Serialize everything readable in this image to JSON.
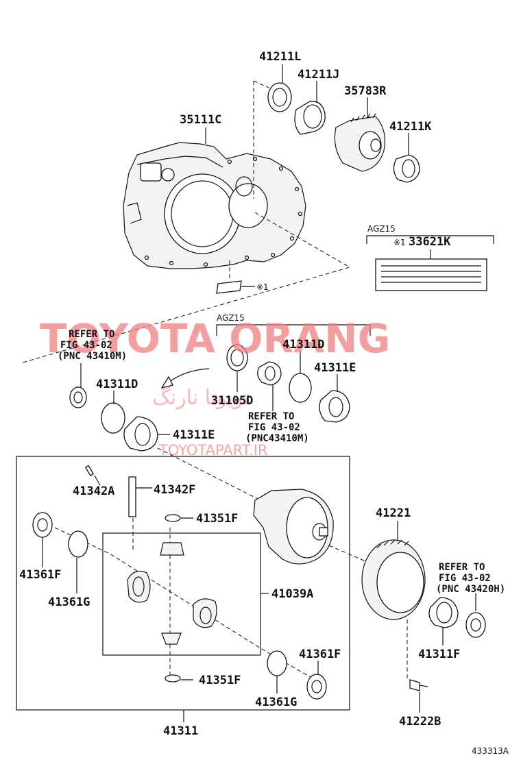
{
  "diagram": {
    "figure_code": "433313A",
    "watermark": {
      "main": "TOYOTA ORANG",
      "site": "TOYOTAPART.IR",
      "persian": "تویوتا نارنگ"
    },
    "notes": {
      "agz15_top": "AGZ15",
      "agz15_mid": "AGZ15",
      "ref_mark_1": "※1",
      "ref_mark_label": "※1"
    },
    "labels": {
      "p41211L": "41211L",
      "p41211J": "41211J",
      "p35783R": "35783R",
      "p41211K": "41211K",
      "p35111C": "35111C",
      "p33621K": "33621K",
      "p41311D_a": "41311D",
      "p41311D_b": "41311D",
      "p41311E_a": "41311E",
      "p41311E_b": "41311E",
      "p31105D": "31105D",
      "p41342A": "41342A",
      "p41342F": "41342F",
      "p41351F_a": "41351F",
      "p41351F_b": "41351F",
      "p41361F_a": "41361F",
      "p41361F_b": "41361F",
      "p41361G_a": "41361G",
      "p41361G_b": "41361G",
      "p41039A": "41039A",
      "p41221": "41221",
      "p41311F": "41311F",
      "p41222B": "41222B",
      "p41311": "41311"
    },
    "refs": {
      "left": {
        "l1": "REFER TO",
        "l2": "FIG 43-02",
        "l3": "(PNC 43410M)"
      },
      "middle": {
        "l1": "REFER TO",
        "l2": "FIG 43-02",
        "l3": "(PNC43410M)"
      },
      "right": {
        "l1": "REFER TO",
        "l2": "FIG 43-02",
        "l3": "(PNC 43420H)"
      }
    }
  }
}
